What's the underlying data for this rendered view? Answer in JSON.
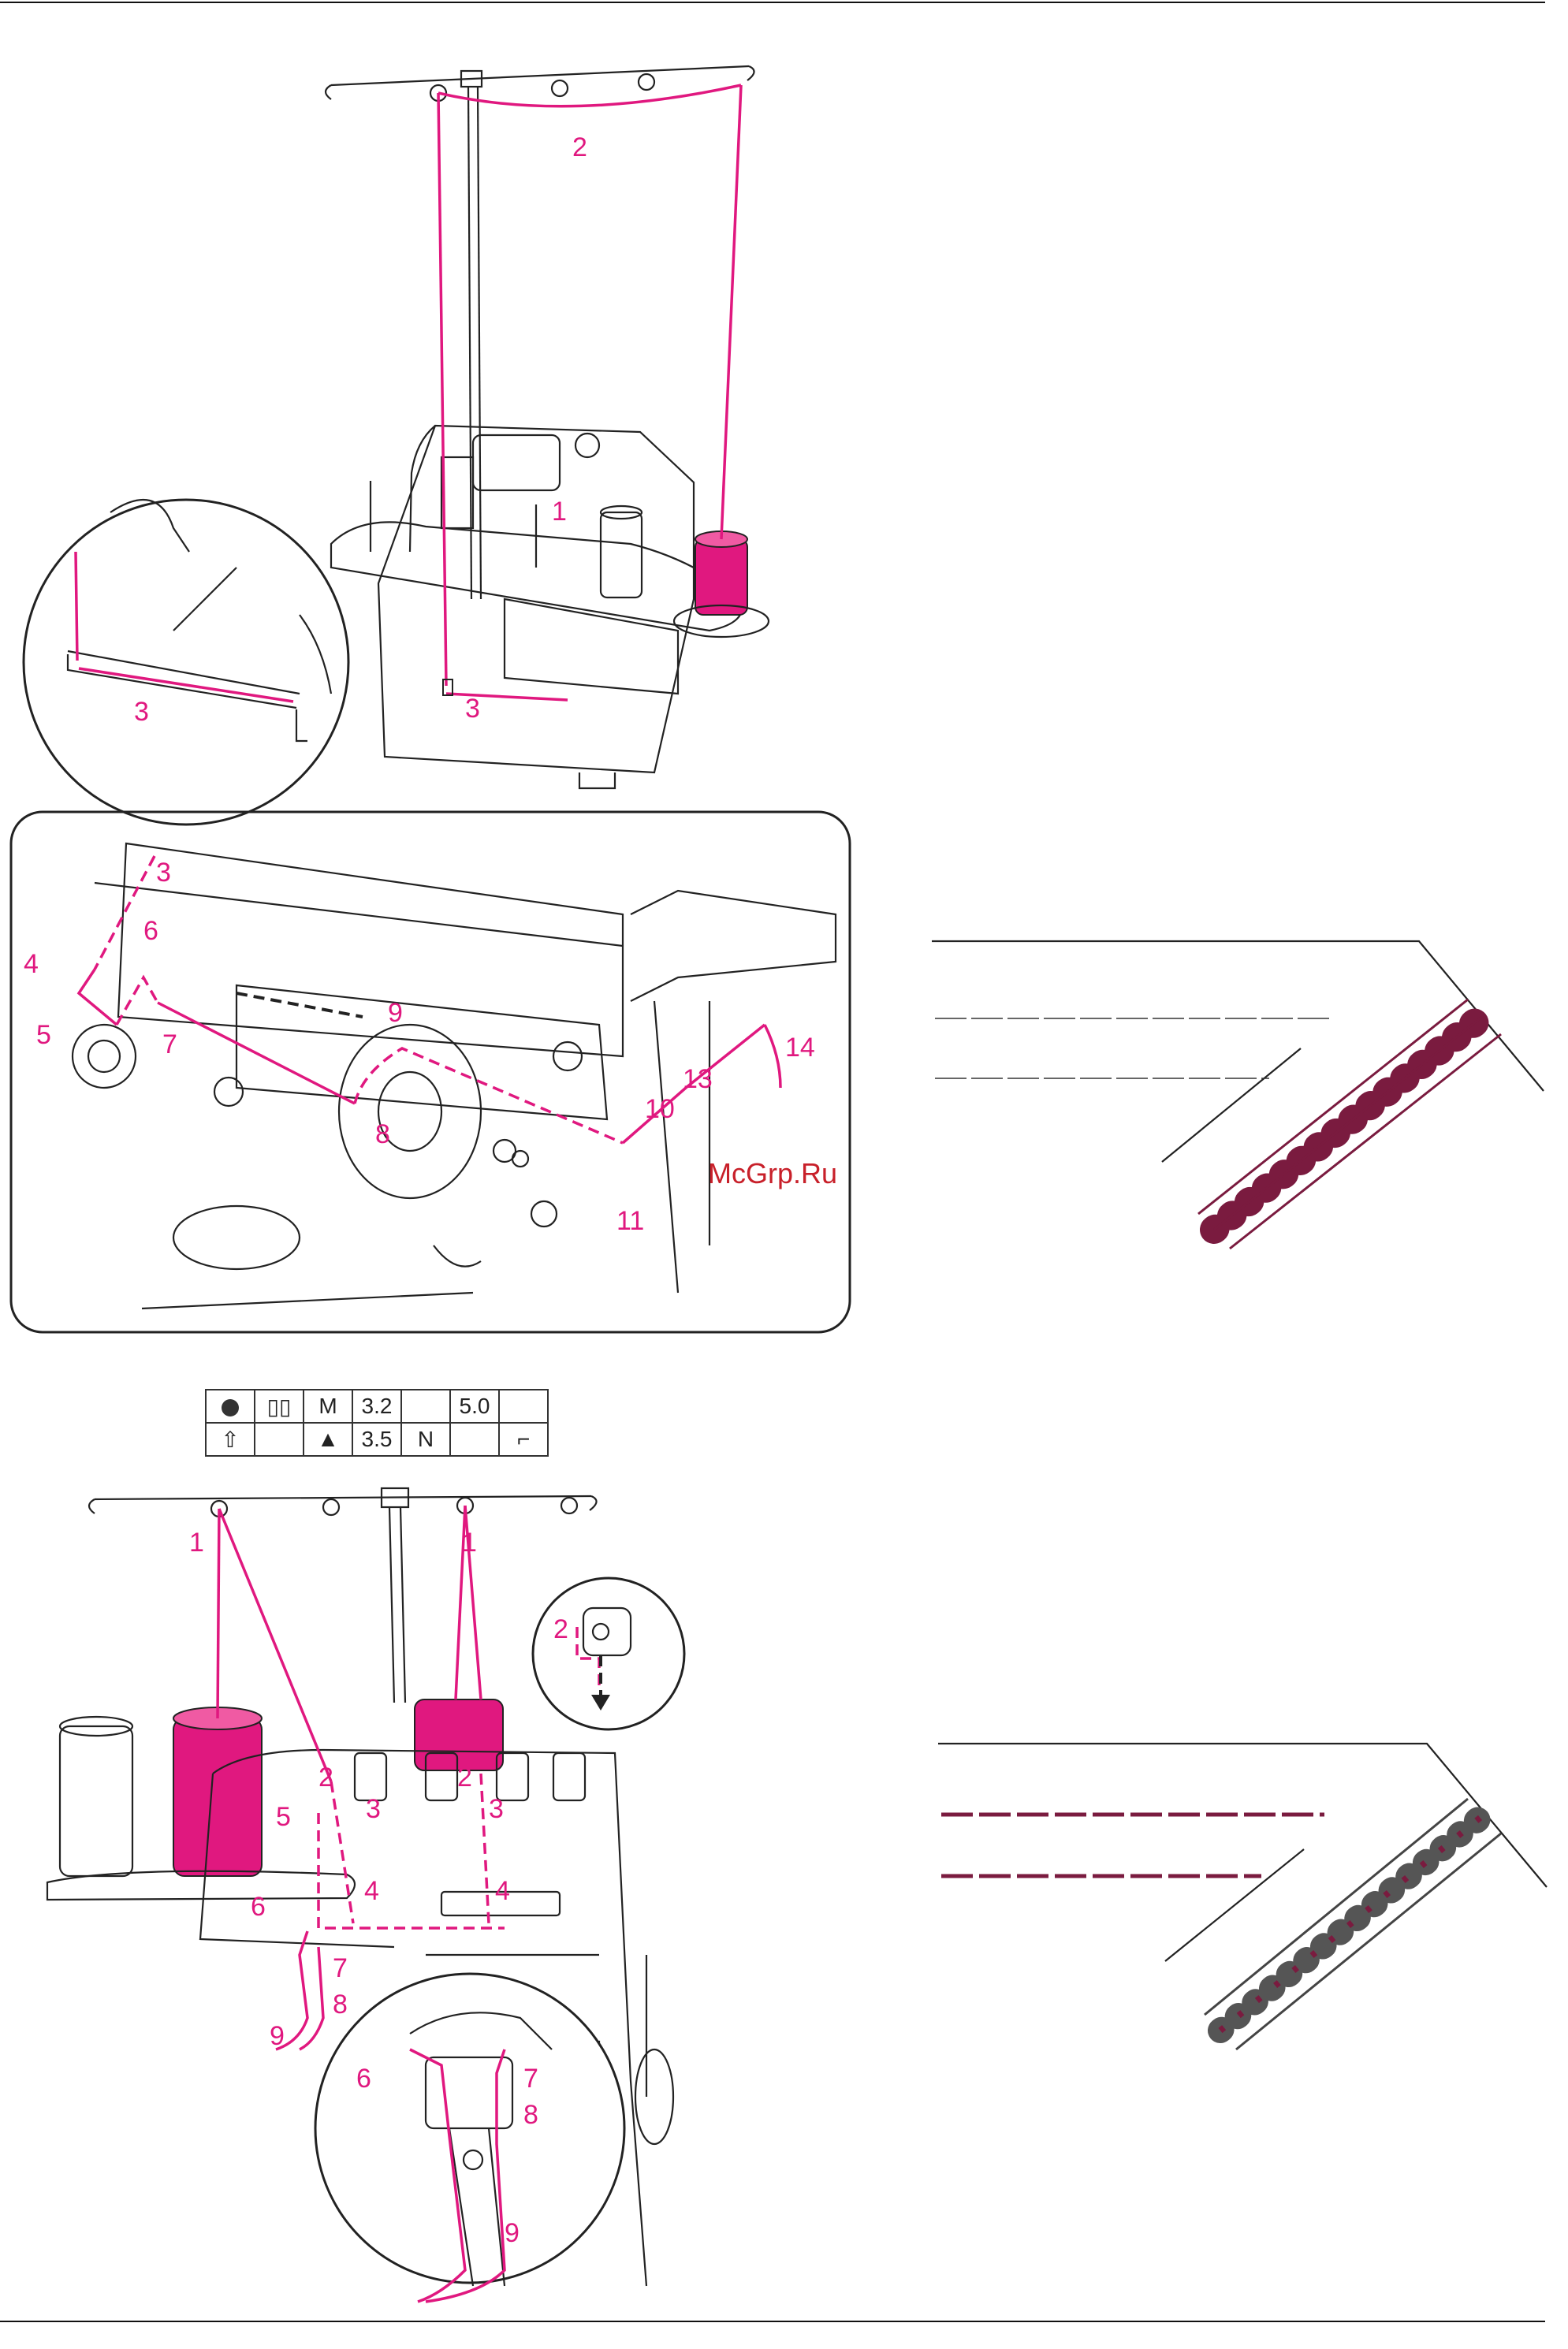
{
  "figure1": {
    "labels": [
      "1",
      "2",
      "3",
      "3"
    ]
  },
  "figure2": {
    "labels": [
      "3",
      "4",
      "5",
      "6",
      "7",
      "8",
      "9",
      "10",
      "11",
      "13",
      "14"
    ]
  },
  "settings_table": {
    "row1": [
      "",
      "",
      "M",
      "3.2",
      "",
      "5.0",
      ""
    ],
    "row2": [
      "⇧",
      "",
      "▲",
      "3.5",
      "N",
      "",
      ""
    ]
  },
  "figure3": {
    "labels": [
      "1",
      "1",
      "2",
      "2",
      "2",
      "3",
      "3",
      "4",
      "4",
      "5",
      "6",
      "7",
      "8",
      "9",
      "6",
      "7",
      "8",
      "9"
    ]
  },
  "watermark": "McGrp.Ru",
  "colors": {
    "accent": "#e0187f",
    "stitch": "#7a1b3f",
    "ink": "#222222"
  }
}
